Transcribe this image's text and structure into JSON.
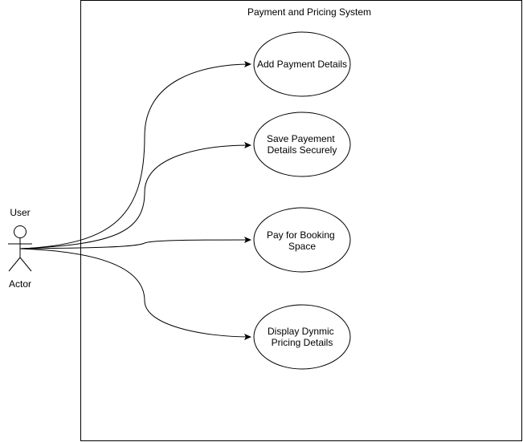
{
  "system": {
    "title": "Payment and Pricing System"
  },
  "actor": {
    "name": "User",
    "label": "Actor"
  },
  "use_cases": [
    {
      "lines": [
        "Add Payment Details"
      ]
    },
    {
      "lines": [
        "Save Payement",
        "Details Securely"
      ]
    },
    {
      "lines": [
        "Pay for Booking",
        "Space"
      ]
    },
    {
      "lines": [
        "Display Dynmic",
        "Pricing Details"
      ]
    }
  ],
  "colors": {
    "stroke": "#000000",
    "fill": "#ffffff",
    "text": "#000000"
  }
}
